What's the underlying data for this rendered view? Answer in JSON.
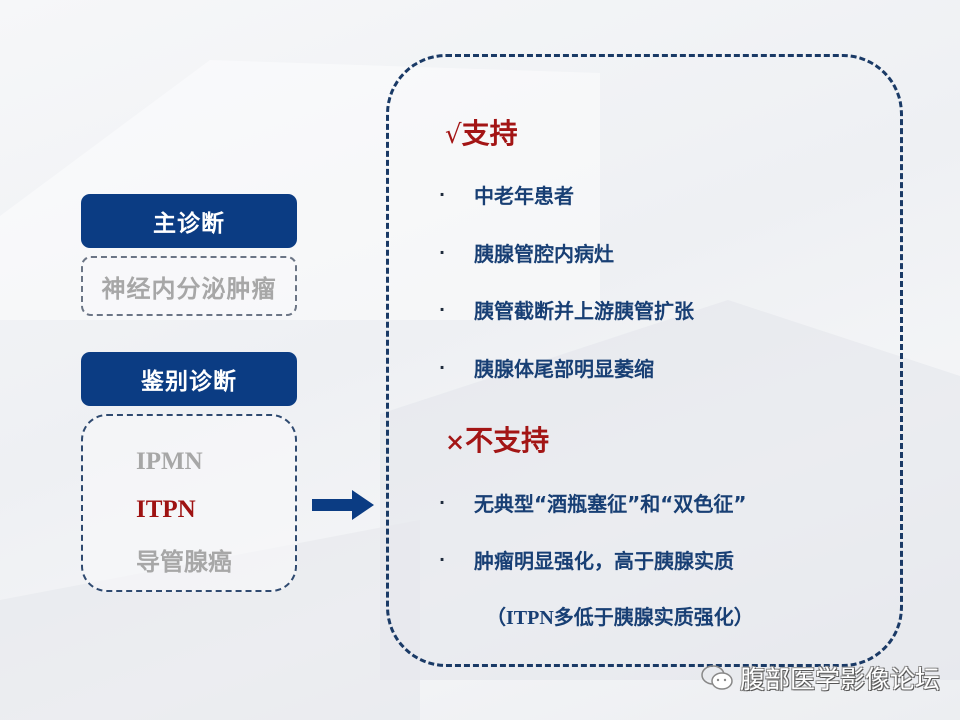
{
  "left_panel": {
    "main_diagnosis": {
      "label": "主诊断",
      "value": "神经内分泌肿瘤"
    },
    "differential_diagnosis": {
      "label": "鉴别诊断",
      "items": [
        {
          "text": "IPMN",
          "color": "#a7a7a7"
        },
        {
          "text": "ITPN",
          "color": "#9e1212"
        },
        {
          "text": "导管腺癌",
          "color": "#a7a7a7"
        }
      ]
    },
    "arrow_icon": "right-arrow-icon"
  },
  "right_panel": {
    "support": {
      "mark": "√",
      "title": "支持",
      "items": [
        "中老年患者",
        "胰腺管腔内病灶",
        "胰管截断并上游胰管扩张",
        "胰腺体尾部明显萎缩"
      ]
    },
    "not_support": {
      "mark": "×",
      "title": "不支持",
      "items": [
        "无典型“酒瓶塞征”和“双色征”",
        "肿瘤明显强化，高于胰腺实质"
      ],
      "note_open": "（",
      "note_en": "ITPN",
      "note_zh": "多低于胰腺实质强化）"
    },
    "bullet_char": "·"
  },
  "watermark": {
    "icon": "wechat-icon",
    "text": "腹部医学影像论坛"
  },
  "colors": {
    "navy": "#0b3c83",
    "text_blue": "#183f74",
    "red": "#a31515",
    "gray": "#a7a7a7"
  }
}
